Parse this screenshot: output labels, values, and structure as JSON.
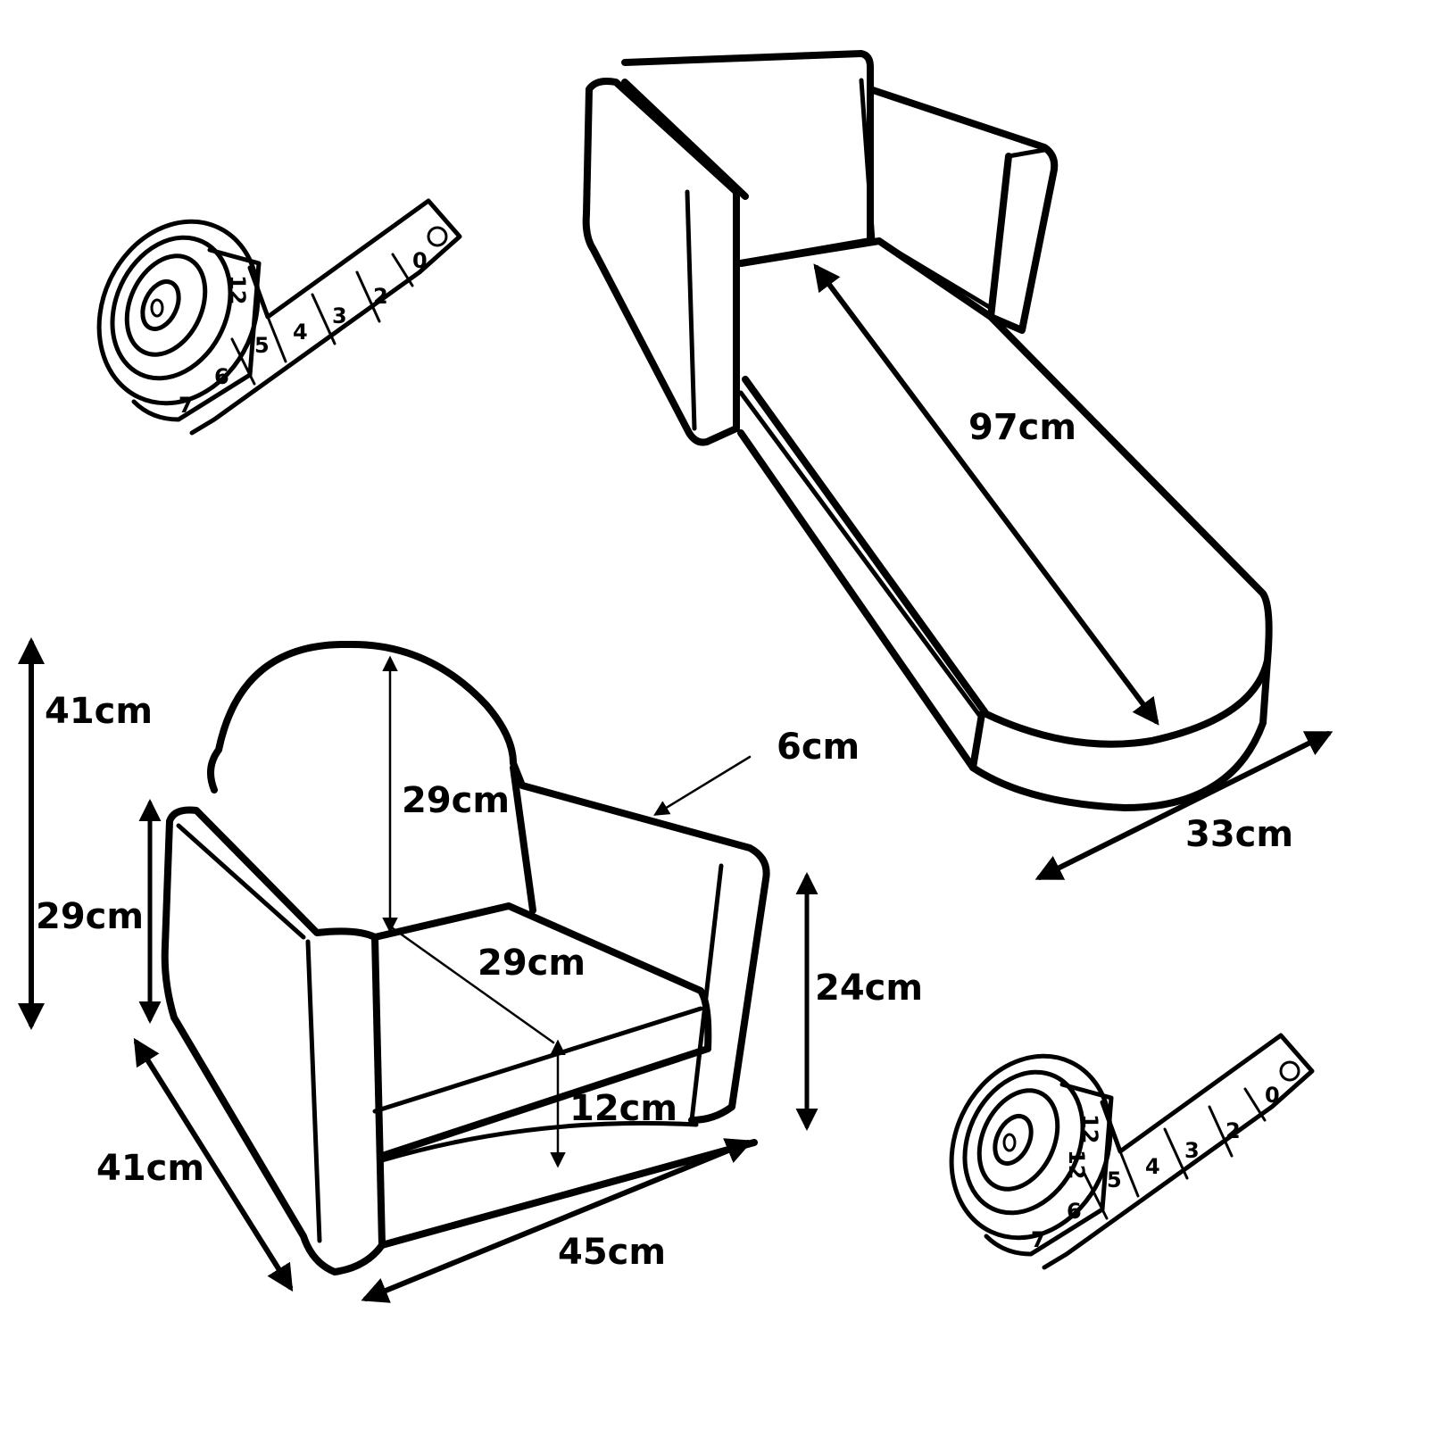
{
  "sofa_bed": {
    "length_label": "97cm",
    "width_label": "33cm"
  },
  "armchair": {
    "total_height_label": "41cm",
    "front_height_label": "29cm",
    "backrest_height_label": "29cm",
    "armrest_width_label": "6cm",
    "seat_depth_label": "29cm",
    "seat_height_label": "24cm",
    "cushion_height_label": "12cm",
    "depth_label": "41cm",
    "width_label": "45cm"
  },
  "tape_measure": {
    "numbers": [
      "0",
      "2",
      "3",
      "4",
      "5",
      "6",
      "7",
      "12",
      "12",
      "12"
    ]
  },
  "colors": {
    "line": "#000000",
    "background": "#ffffff"
  }
}
